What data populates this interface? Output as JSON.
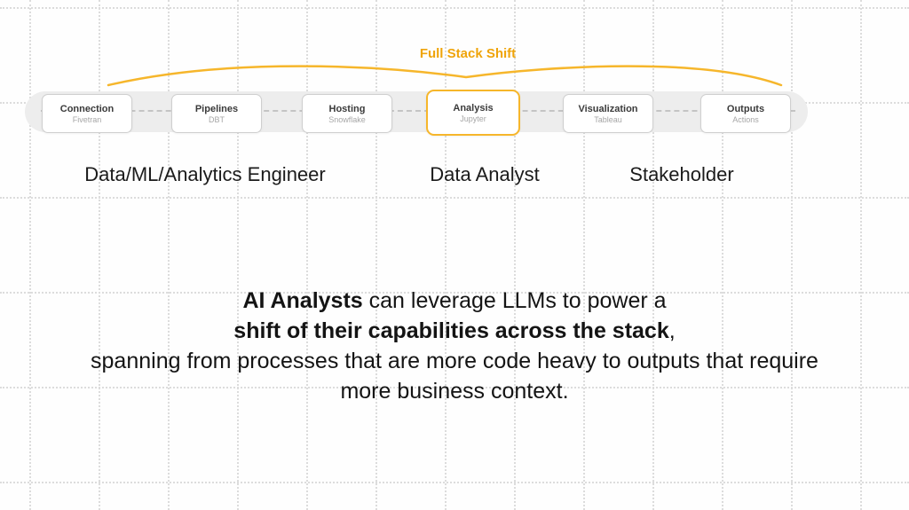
{
  "colors": {
    "accent_yellow": "#EFA40A",
    "brace_yellow": "#F6B62B",
    "band_gray": "#ededed"
  },
  "brace": {
    "label": "Full Stack Shift"
  },
  "stack": {
    "boxes": [
      {
        "title": "Connection",
        "subtitle": "Fivetran",
        "highlight": false
      },
      {
        "title": "Pipelines",
        "subtitle": "DBT",
        "highlight": false
      },
      {
        "title": "Hosting",
        "subtitle": "Snowflake",
        "highlight": false
      },
      {
        "title": "Analysis",
        "subtitle": "Jupyter",
        "highlight": true
      },
      {
        "title": "Visualization",
        "subtitle": "Tableau",
        "highlight": false
      },
      {
        "title": "Outputs",
        "subtitle": "Actions",
        "highlight": false
      }
    ]
  },
  "roles": [
    {
      "label": "Data/ML/Analytics Engineer"
    },
    {
      "label": "Data Analyst"
    },
    {
      "label": "Stakeholder"
    }
  ],
  "caption": {
    "line1_bold": "AI Analysts",
    "line1_rest": " can leverage LLMs to power a",
    "line2_bold": "shift of their capabilities across the stack",
    "line2_rest": ",",
    "line3": "spanning from processes that are more code heavy to outputs that require",
    "line4": "more business context."
  }
}
